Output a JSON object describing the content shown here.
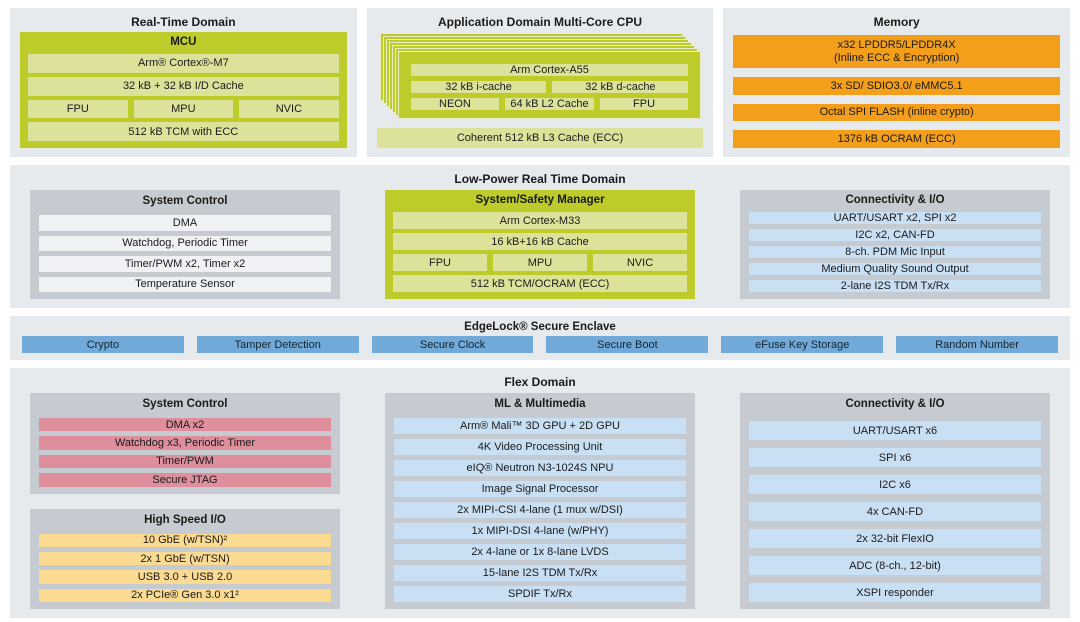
{
  "colors": {
    "panel_bg": "#E7EAED",
    "gray_container": "#C6CBD1",
    "lime": "#BDCB2B",
    "lime_light": "#DDE29B",
    "orange": "#F49F1C",
    "blue": "#71A9D9",
    "blue_light": "#C9DFF3",
    "pink": "#DF8E9C",
    "yellow": "#FBDA92",
    "white_row": "#EFF1F3"
  },
  "realtime": {
    "title": "Real-Time Domain",
    "mcu": {
      "title": "MCU",
      "row1": "Arm® Cortex®-M7",
      "row2": "32 kB + 32 kB I/D Cache",
      "triple": [
        "FPU",
        "MPU",
        "NVIC"
      ],
      "row4": "512 kB TCM with ECC"
    }
  },
  "appdomain": {
    "title": "Application Domain Multi-Core CPU",
    "cpu": {
      "row1": "Arm Cortex-A55",
      "pair": [
        "32 kB i-cache",
        "32 kB d-cache"
      ],
      "triple": [
        "NEON",
        "64 kB L2 Cache",
        "FPU"
      ]
    },
    "l3": "Coherent 512 kB L3 Cache (ECC)"
  },
  "memory": {
    "title": "Memory",
    "rows": [
      "x32 LPDDR5/LPDDR4X\n(Inline ECC & Encryption)",
      "3x SD/ SDIO3.0/ eMMC5.1",
      "Octal SPI FLASH (inline crypto)",
      "1376 kB OCRAM (ECC)"
    ]
  },
  "lprt": {
    "title": "Low-Power Real Time Domain",
    "system_control": {
      "title": "System Control",
      "rows": [
        "DMA",
        "Watchdog, Periodic Timer",
        "Timer/PWM x2, Timer x2",
        "Temperature Sensor"
      ]
    },
    "safety": {
      "title": "System/Safety Manager",
      "row1": "Arm Cortex-M33",
      "row2": "16 kB+16 kB Cache",
      "triple": [
        "FPU",
        "MPU",
        "NVIC"
      ],
      "row4": "512 kB TCM/OCRAM (ECC)"
    },
    "connectivity": {
      "title": "Connectivity & I/O",
      "rows": [
        "UART/USART x2, SPI x2",
        "I2C x2, CAN-FD",
        "8-ch. PDM Mic Input",
        "Medium Quality Sound Output",
        "2-lane I2S TDM Tx/Rx"
      ]
    }
  },
  "edgelock": {
    "title": "EdgeLock® Secure Enclave",
    "blocks": [
      "Crypto",
      "Tamper Detection",
      "Secure Clock",
      "Secure Boot",
      "eFuse Key Storage",
      "Random Number"
    ]
  },
  "flex": {
    "title": "Flex Domain",
    "system_control": {
      "title": "System Control",
      "rows": [
        "DMA x2",
        "Watchdog x3, Periodic Timer",
        "Timer/PWM",
        "Secure JTAG"
      ]
    },
    "highspeed": {
      "title": "High Speed I/O",
      "rows": [
        "10 GbE (w/TSN)²",
        "2x 1 GbE (w/TSN)",
        "USB 3.0 + USB 2.0",
        "2x PCIe® Gen 3.0 x1²"
      ]
    },
    "ml": {
      "title": "ML & Multimedia",
      "rows": [
        "Arm® Mali™ 3D GPU + 2D GPU",
        "4K Video Processing Unit",
        "eIQ® Neutron N3-1024S NPU",
        "Image Signal Processor",
        "2x MIPI-CSI 4-lane (1 mux w/DSI)",
        "1x MIPI-DSI 4-lane (w/PHY)",
        "2x 4-lane or 1x 8-lane LVDS",
        "15-lane I2S TDM Tx/Rx",
        "SPDIF Tx/Rx"
      ]
    },
    "connectivity": {
      "title": "Connectivity & I/O",
      "rows": [
        "UART/USART x6",
        "SPI x6",
        "I2C x6",
        "4x CAN-FD",
        "2x 32-bit FlexIO",
        "ADC (8-ch., 12-bit)",
        "XSPI responder"
      ]
    }
  }
}
